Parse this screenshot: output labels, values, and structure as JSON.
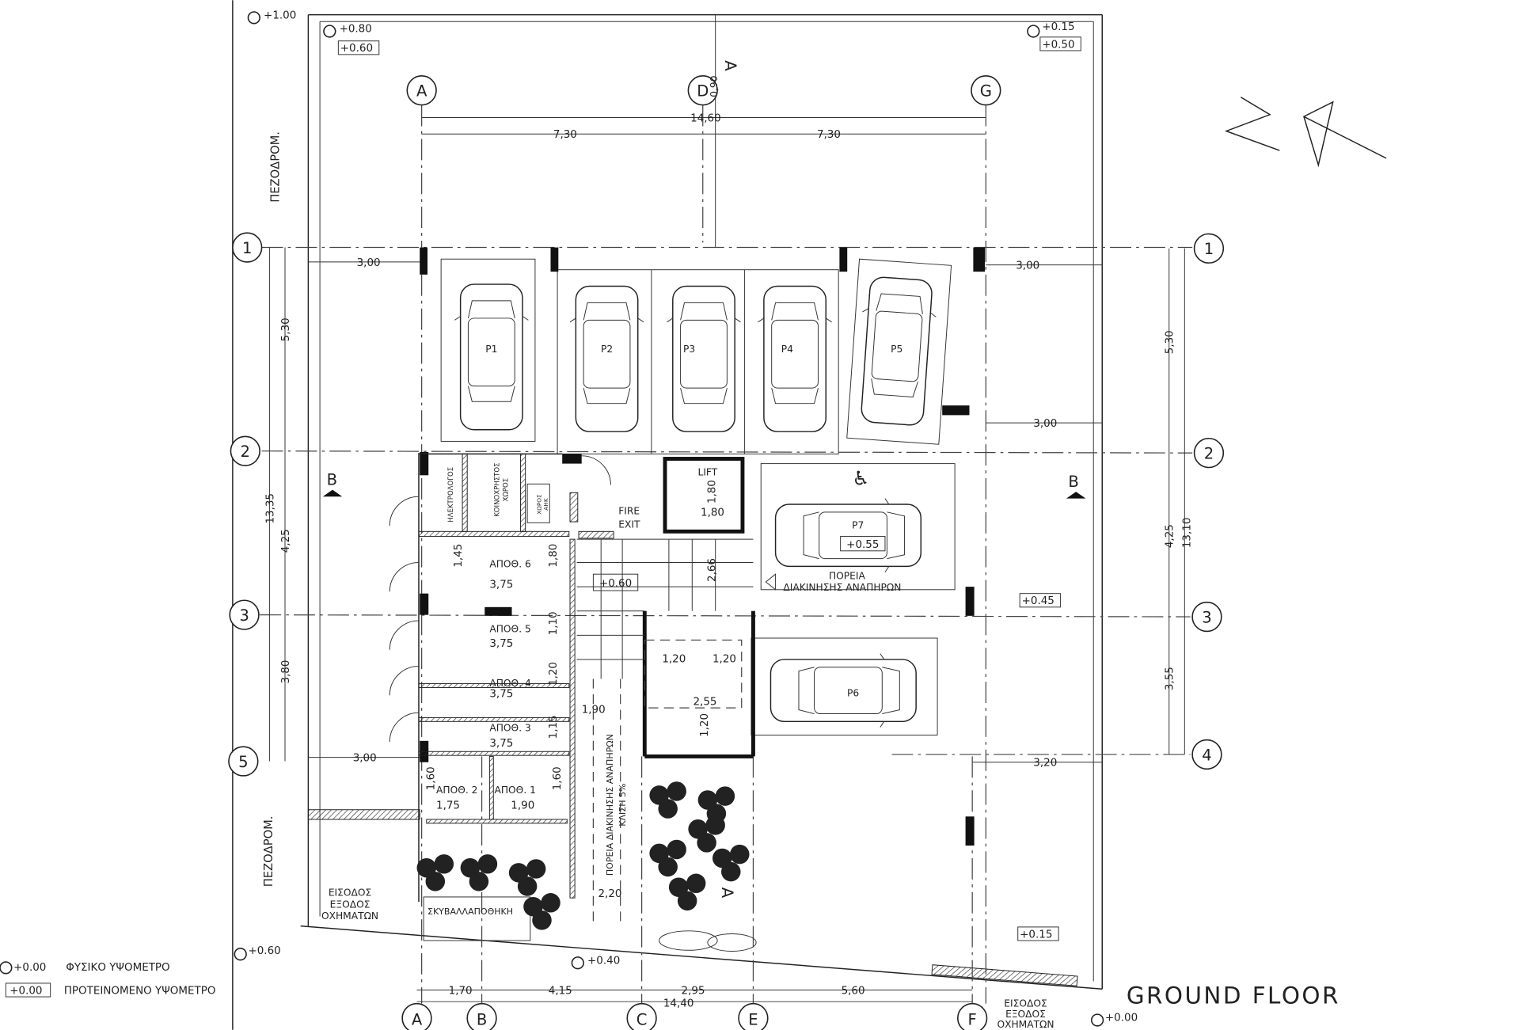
{
  "title": "GROUND FLOOR",
  "legend": [
    {
      "value": "+0.00",
      "label": "ΦΥΣΙΚΟ ΥΨΟΜΕΤΡΟ"
    },
    {
      "value": "+0.00",
      "label": "ΠΡΟΤΕΙΝΟΜΕΝΟ ΥΨΟΜΕΤΡΟ"
    }
  ],
  "elevations": {
    "top_left": "+1.00",
    "top_inner_natural": "+0.80",
    "top_inner_proposed": "+0.60",
    "top_right_natural": "+0.15",
    "top_right_proposed": "+0.50",
    "bottom_left": "+0.60",
    "bottom_mid": "+0.40",
    "bottom_right": "+0.00",
    "stair_hall": "+0.60",
    "p7": "+0.55",
    "right_yard": "+0.45",
    "bottom_yard": "+0.15"
  },
  "grid": {
    "top": [
      "A",
      "D",
      "G"
    ],
    "bottom": [
      "A",
      "B",
      "C",
      "E",
      "F"
    ],
    "left": [
      "1",
      "2",
      "3",
      "5"
    ],
    "right": [
      "1",
      "2",
      "3",
      "4"
    ]
  },
  "dimensions": {
    "top_total": "14,60",
    "top_left": "7,30",
    "top_right": "7,30",
    "top_axis": "0,90",
    "bottom": [
      "1,70",
      "4,15",
      "2,95",
      "5,60"
    ],
    "bottom_total": "14,40",
    "left_outer": [
      "5,30",
      "4,25",
      "3,80"
    ],
    "left_total": "13,35",
    "right_outer": [
      "5,30",
      "4,25",
      "3,55"
    ],
    "right_total": "13,10",
    "setbacks": [
      "3,00",
      "3,00",
      "3,00",
      "3,00",
      "3,20"
    ],
    "storage": [
      "1,45",
      "1,80",
      "1,10",
      "1,20",
      "1,15",
      "1,60",
      "1,60"
    ],
    "storage_width": [
      "3,75",
      "3,75",
      "3,75",
      "3,75",
      "1,75",
      "1,90"
    ],
    "lift": [
      "1,80",
      "1,80"
    ],
    "stair": [
      "2,66",
      "1,20",
      "1,20",
      "2,55",
      "1,20",
      "1,90",
      "2,20"
    ]
  },
  "rooms": {
    "electrician": "ΗΛΕΚΤΡΟΛΟΓΟΣ",
    "common_1": "ΚΟΙΝΟΧΡΗΣΤΟΣ",
    "common_2": "ΧΩΡΟΣ",
    "ahk_1": "ΧΩΡΟΣ",
    "ahk_2": "ΑΗΚ",
    "lift": "LIFT",
    "fire_1": "FIRE",
    "fire_2": "EXIT",
    "storages": [
      "ΑΠΟΘ. 6",
      "ΑΠΟΘ. 5",
      "ΑΠΟΘ. 4",
      "ΑΠΟΘ. 3",
      "ΑΠΟΘ. 2",
      "ΑΠΟΘ. 1"
    ],
    "garbage": "ΣΚΥΒΑΛΛΑΠΟΘΗΚΗ",
    "ramp_1": "ΠΟΡΕΙΑ ΔΙΑΚΙΝΗΣΗΣ ΑΝΑΠΗΡΩΝ",
    "ramp_2": "ΚΛΙΣΗ 5%",
    "disabled_1": "ΠΟΡΕΙΑ",
    "disabled_2": "ΔΙΑΚΙΝΗΣΗΣ ΑΝΑΠΗΡΩΝ"
  },
  "parking": [
    "P1",
    "P2",
    "P3",
    "P4",
    "P5",
    "P6",
    "P7"
  ],
  "streets": {
    "sidewalk_top": "ΠΕΖΟΔΡΟΜ.",
    "sidewalk_bottom": "ΠΕΖΟΔΡΟΜ."
  },
  "entrances": {
    "left": [
      "ΕΙΣΟΔΟΣ",
      "ΕΞΟΔΟΣ",
      "ΟΧΗΜΑΤΩΝ"
    ],
    "right": [
      "ΕΙΣΟΔΟΣ",
      "ΕΞΟΔΟΣ",
      "ΟΧΗΜΑΤΩΝ"
    ]
  },
  "section_marks": [
    "B",
    "B",
    "A",
    "A"
  ]
}
